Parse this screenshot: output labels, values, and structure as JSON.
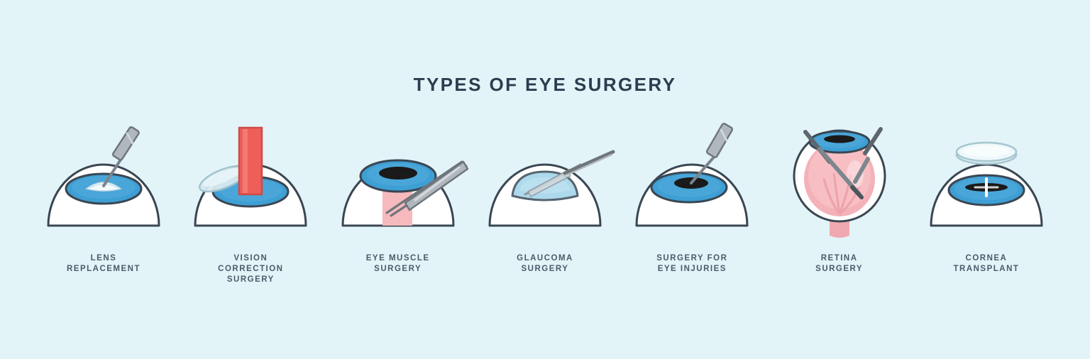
{
  "page": {
    "title": "TYPES OF EYE SURGERY",
    "background_color": "#e3f4f8",
    "title_color": "#2b3d4f",
    "caption_color": "#4a5b6b"
  },
  "palette": {
    "iris_blue": "#3d9fd4",
    "iris_blue_dark": "#2f7fae",
    "pupil_dark": "#1a1a1a",
    "sclera_white": "#ffffff",
    "outline": "#3a4652",
    "instrument_gray": "#9aa2a8",
    "instrument_gray_dark": "#6e767c",
    "laser_red": "#ee5f5a",
    "muscle_pink": "#f6b9bd",
    "retina_pink": "#f4b2b8",
    "cornea_pale": "#dceef2"
  },
  "items": [
    {
      "id": "lens-replacement",
      "label": "LENS\nREPLACEMENT",
      "icon": "lens-replacement-illustration"
    },
    {
      "id": "vision-correction-surgery",
      "label": "VISION\nCORRECTION\nSURGERY",
      "icon": "vision-correction-illustration"
    },
    {
      "id": "eye-muscle-surgery",
      "label": "EYE MUSCLE\nSURGERY",
      "icon": "eye-muscle-illustration"
    },
    {
      "id": "glaucoma-surgery",
      "label": "GLAUCOMA\nSURGERY",
      "icon": "glaucoma-illustration"
    },
    {
      "id": "surgery-for-eye-injuries",
      "label": "SURGERY FOR\nEYE INJURIES",
      "icon": "eye-injuries-illustration"
    },
    {
      "id": "retina-surgery",
      "label": "RETINA\nSURGERY",
      "icon": "retina-illustration"
    },
    {
      "id": "cornea-transplant",
      "label": "CORNEA\nTRANSPLANT",
      "icon": "cornea-transplant-illustration"
    }
  ]
}
